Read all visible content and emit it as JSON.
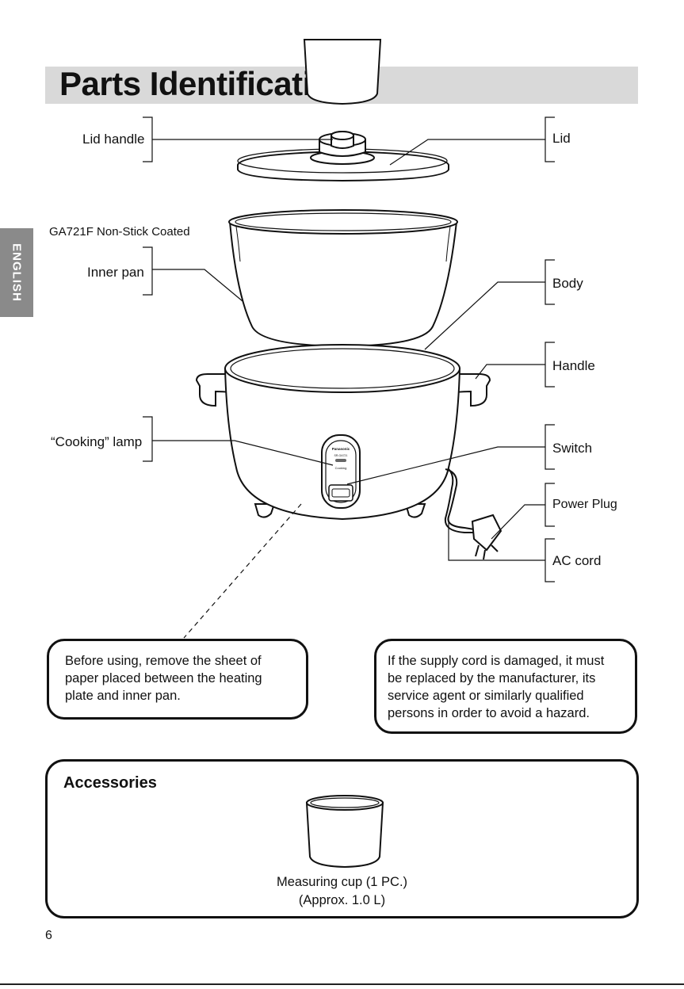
{
  "header": {
    "title": "Parts Identification"
  },
  "side_tab": {
    "label": "ENGLISH"
  },
  "labels": {
    "lid_handle": "Lid handle",
    "lid": "Lid",
    "model_note": "GA721F Non-Stick Coated",
    "inner_pan": "Inner pan",
    "body": "Body",
    "handle": "Handle",
    "cooking_lamp": "“Cooking” lamp",
    "switch": "Switch",
    "power_plug": "Power Plug",
    "ac_cord": "AC cord"
  },
  "front_panel": {
    "brand": "Panasonic",
    "model": "SR-GA721",
    "lamp_label": "Cooking"
  },
  "notes": {
    "left": [
      "Before using, remove the sheet of",
      "paper placed between the heating",
      "plate and inner pan."
    ],
    "right": [
      "If the supply cord is damaged, it must",
      "be replaced by the manufacturer, its",
      "service agent or similarly qualified",
      "persons in order to avoid a hazard."
    ]
  },
  "accessories": {
    "title": "Accessories",
    "caption_line1": "Measuring cup (1 PC.)",
    "caption_line2": "(Approx. 1.0 L)"
  },
  "page_number": "6"
}
